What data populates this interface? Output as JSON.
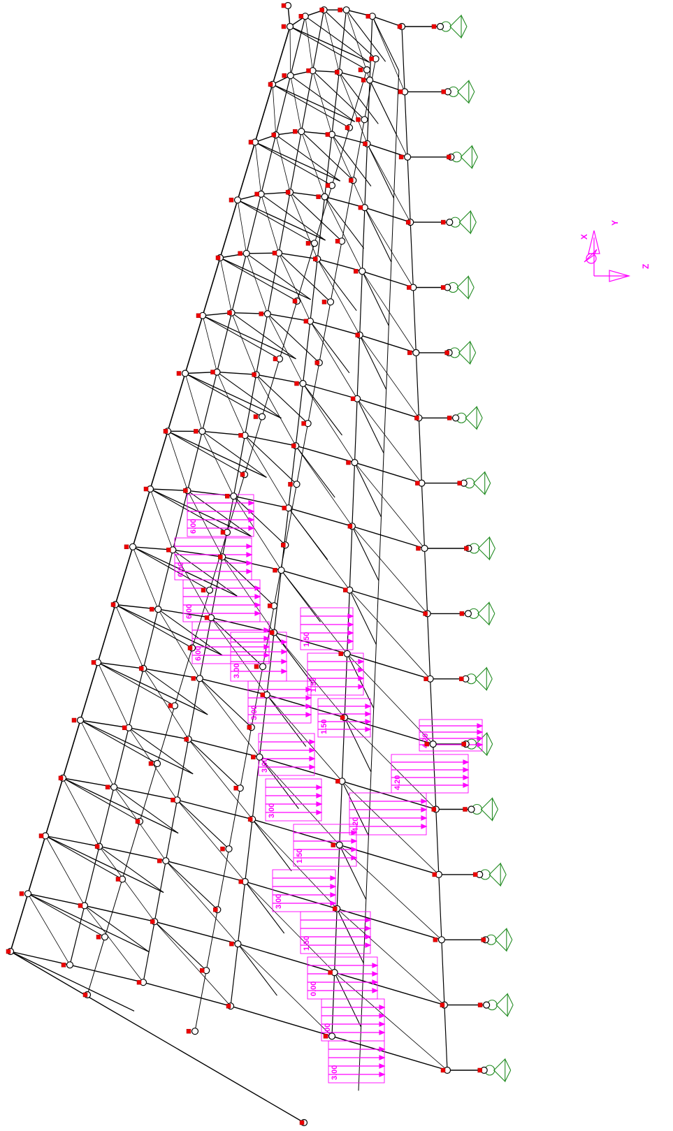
{
  "view": {
    "colors": {
      "frame": "#000000",
      "node_square": "#ee0000",
      "support": "#228B22",
      "load": "#ff00ff",
      "axis": "#ff00ff"
    },
    "axis_labels": {
      "x": "X",
      "y": "Y",
      "z": "Z"
    },
    "load_values": [
      "6.00",
      "6.00",
      "6.00",
      "6.00",
      "3.00",
      "3.00",
      "1.50",
      "1.50",
      "1.50",
      "4.20",
      "4.20",
      "4.20",
      "3.00",
      "3.00",
      "1.50",
      "3.00",
      "1.50",
      "0.00",
      "0.00",
      "3.00"
    ]
  }
}
